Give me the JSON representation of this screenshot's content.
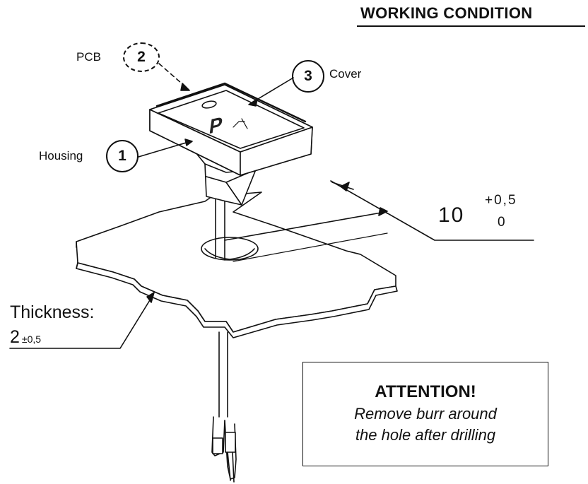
{
  "header": {
    "title": "WORKING CONDITION"
  },
  "parts": [
    {
      "number": "1",
      "label": "Housing"
    },
    {
      "number": "2",
      "label": "PCB"
    },
    {
      "number": "3",
      "label": "Cover"
    }
  ],
  "cover_symbol": "P",
  "thickness": {
    "label": "Thickness:",
    "value": "2",
    "tolerance": "±0,5"
  },
  "hole_dimension": {
    "nominal": "10",
    "upper_tolerance": "+0,5",
    "lower_tolerance": "0"
  },
  "note": {
    "title": "ATTENTION!",
    "line1": "Remove burr around",
    "line2": "the hole after drilling"
  },
  "colors": {
    "ink": "#111111",
    "background": "#ffffff"
  }
}
